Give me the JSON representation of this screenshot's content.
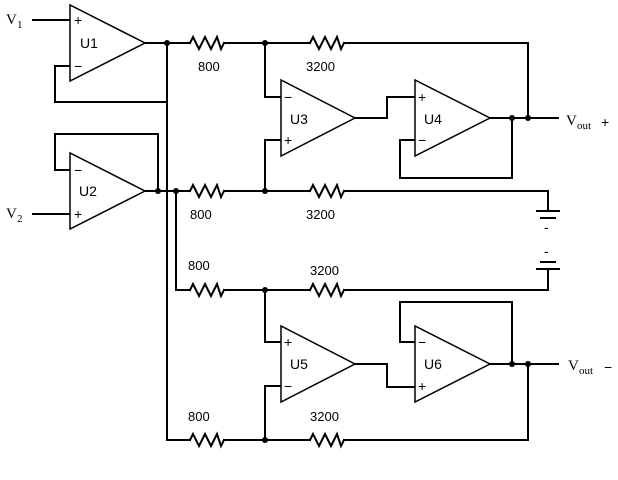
{
  "inputs": {
    "v1": {
      "main": "V",
      "sub": "1"
    },
    "v2": {
      "main": "V",
      "sub": "2"
    }
  },
  "outputs": {
    "pos": {
      "main": "V",
      "sub": "out",
      "sign": "+"
    },
    "neg": {
      "main": "V",
      "sub": "out",
      "sign": "−"
    }
  },
  "opamps": {
    "u1": {
      "name": "U1",
      "top_pin": "+",
      "bottom_pin": "−"
    },
    "u2": {
      "name": "U2",
      "top_pin": "−",
      "bottom_pin": "+"
    },
    "u3": {
      "name": "U3",
      "top_pin": "−",
      "bottom_pin": "+"
    },
    "u4": {
      "name": "U4",
      "top_pin": "+",
      "bottom_pin": "−"
    },
    "u5": {
      "name": "U5",
      "top_pin": "+",
      "bottom_pin": "−"
    },
    "u6": {
      "name": "U6",
      "top_pin": "−",
      "bottom_pin": "+"
    }
  },
  "resistors": {
    "r1": "800",
    "r2": "3200",
    "r3": "800",
    "r4": "3200",
    "r5": "800",
    "r6": "3200",
    "r7": "800",
    "r8": "3200"
  },
  "ground_symbols": {
    "upper": {
      "minus": "-"
    },
    "lower": {
      "minus": "-"
    }
  }
}
